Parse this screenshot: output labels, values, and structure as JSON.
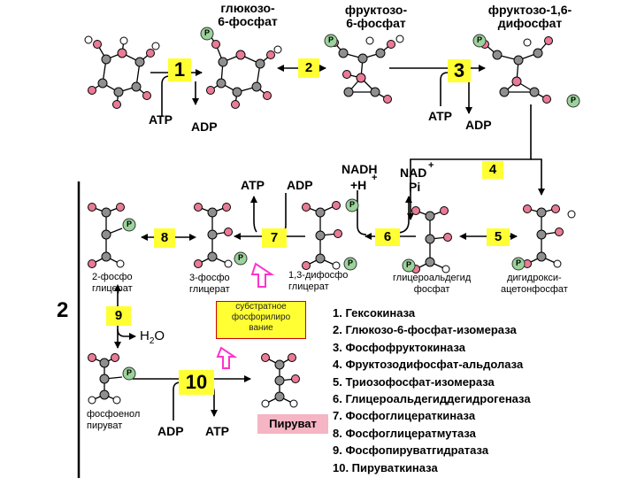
{
  "molecules": {
    "glucose6p": "глюкозо-\n6-фосфат",
    "fructose6p": "фруктозо-\n6-фосфат",
    "fructose16p": "фруктозо-1,6-\nдифосфат",
    "pg2": "2-фосфо\nглицерат",
    "pg3": "3-фосфо\nглицерат",
    "bpg13": "1,3-дифосфо\nглицерат",
    "gap": "глицероальдегид\nфосфат",
    "dhap": "дигидрокси-\nацетонфосфат",
    "pep": "фосфоенол\nпируват",
    "pyruvate": "Пируват"
  },
  "steps": [
    "1",
    "2",
    "3",
    "4",
    "5",
    "6",
    "7",
    "8",
    "9",
    "10"
  ],
  "stage_label": "2",
  "cofactors": {
    "s1_atp": "ATP",
    "s1_adp": "ADP",
    "s3_atp": "ATP",
    "s3_adp": "ADP",
    "s6_nadh": "NADH",
    "s6_h": "+H",
    "s6_hsup": "+",
    "s6_nad": "NAD",
    "s6_nadsup": "+",
    "s6_pi": "Pi",
    "s7_atp": "ATP",
    "s7_adp": "ADP",
    "s9_h2o": "H",
    "s9_h2o_sub": "2",
    "s9_h2o_o": "O",
    "s10_adp": "ADP",
    "s10_atp": "ATP"
  },
  "note": "субстратное\nфосфорилиро\nвание",
  "enzymes": [
    "1. Гексокиназа",
    "2. Глюкозо-6-фосфат-изомераза",
    "3. Фосфофруктокиназа",
    "4. Фруктозодифосфат-альдолаза",
    "5. Триозофосфат-изомераза",
    "6. Глицероальдегиддегидрогеназа",
    "7. Фосфоглицераткиназа",
    "8. Фосфоглицератмутаза",
    "9. Фосфопируватгидратаза",
    "10. Пируваткиназа"
  ],
  "phosphate_symbol": "P",
  "colors": {
    "step_box": "#ffff33",
    "atom_pink": "#e87b95",
    "atom_gray": "#8f8f8f",
    "atom_white": "#ffffff",
    "phosphate": "#9bd39b",
    "pyruvate_box": "#f5b5c4",
    "arrow_magenta": "#ff33cc"
  }
}
